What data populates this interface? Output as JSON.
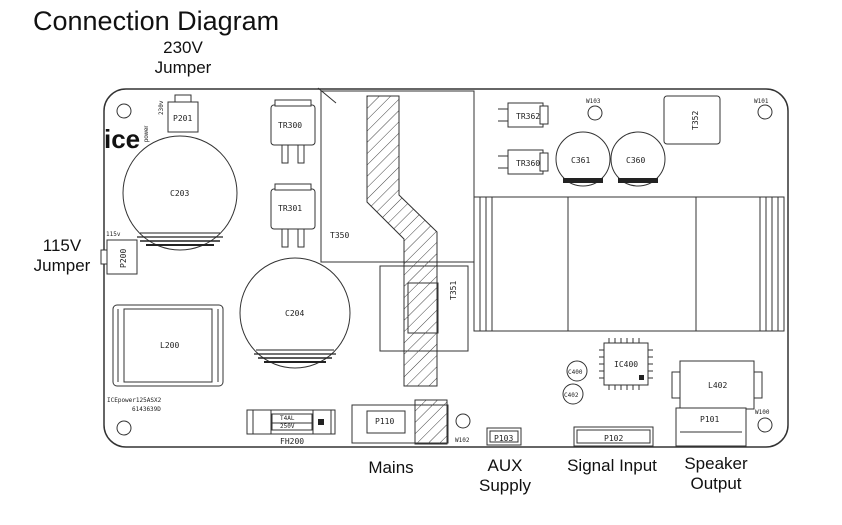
{
  "title": "Connection Diagram",
  "callouts": {
    "jumper_230": [
      "230V",
      "Jumper"
    ],
    "jumper_115": [
      "115V",
      "Jumper"
    ],
    "mains": "Mains",
    "aux_supply": [
      "AUX",
      "Supply"
    ],
    "signal_input": "Signal Input",
    "speaker_output": [
      "Speaker",
      "Output"
    ]
  },
  "logo": {
    "text": "ice",
    "sub": "power"
  },
  "components": {
    "p201": "P201",
    "p200": "P200",
    "p110": "P110",
    "p103": "P103",
    "p102": "P102",
    "p101": "P101",
    "tr300": "TR300",
    "tr301": "TR301",
    "tr362": "TR362",
    "tr360": "TR360",
    "c203": "C203",
    "c204": "C204",
    "c361": "C361",
    "c360": "C360",
    "c400": "C400",
    "c402": "C402",
    "l200": "L200",
    "l402": "L402",
    "t350": "T350",
    "t351": "T351",
    "t352": "T352",
    "ic400": "IC400",
    "fh200": "FH200",
    "w103": "W103",
    "w101": "W101",
    "w102": "W102",
    "w100": "W100",
    "lbl_230v": "230v",
    "lbl_115v": "115v",
    "board_id_1": "ICEpower125ASX2",
    "board_id_2": "6143639D",
    "fuse_text": [
      "T4AL",
      "250V"
    ]
  }
}
